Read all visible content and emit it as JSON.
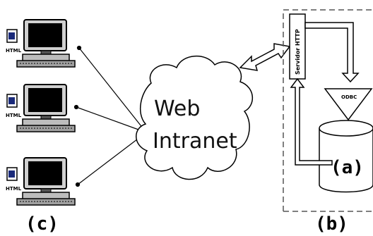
{
  "diagram": {
    "cloud": {
      "line1": "Web",
      "line2": "Intranet"
    },
    "server": {
      "label": "Servidor HTTP"
    },
    "odbc": {
      "label": "ODBC"
    },
    "database": {
      "label": "(a)"
    },
    "clients": [
      {
        "file_label": "HTML"
      },
      {
        "file_label": "HTML"
      },
      {
        "file_label": "HTML"
      }
    ],
    "captions": {
      "clients": "(c)",
      "server_box": "(b)"
    }
  }
}
